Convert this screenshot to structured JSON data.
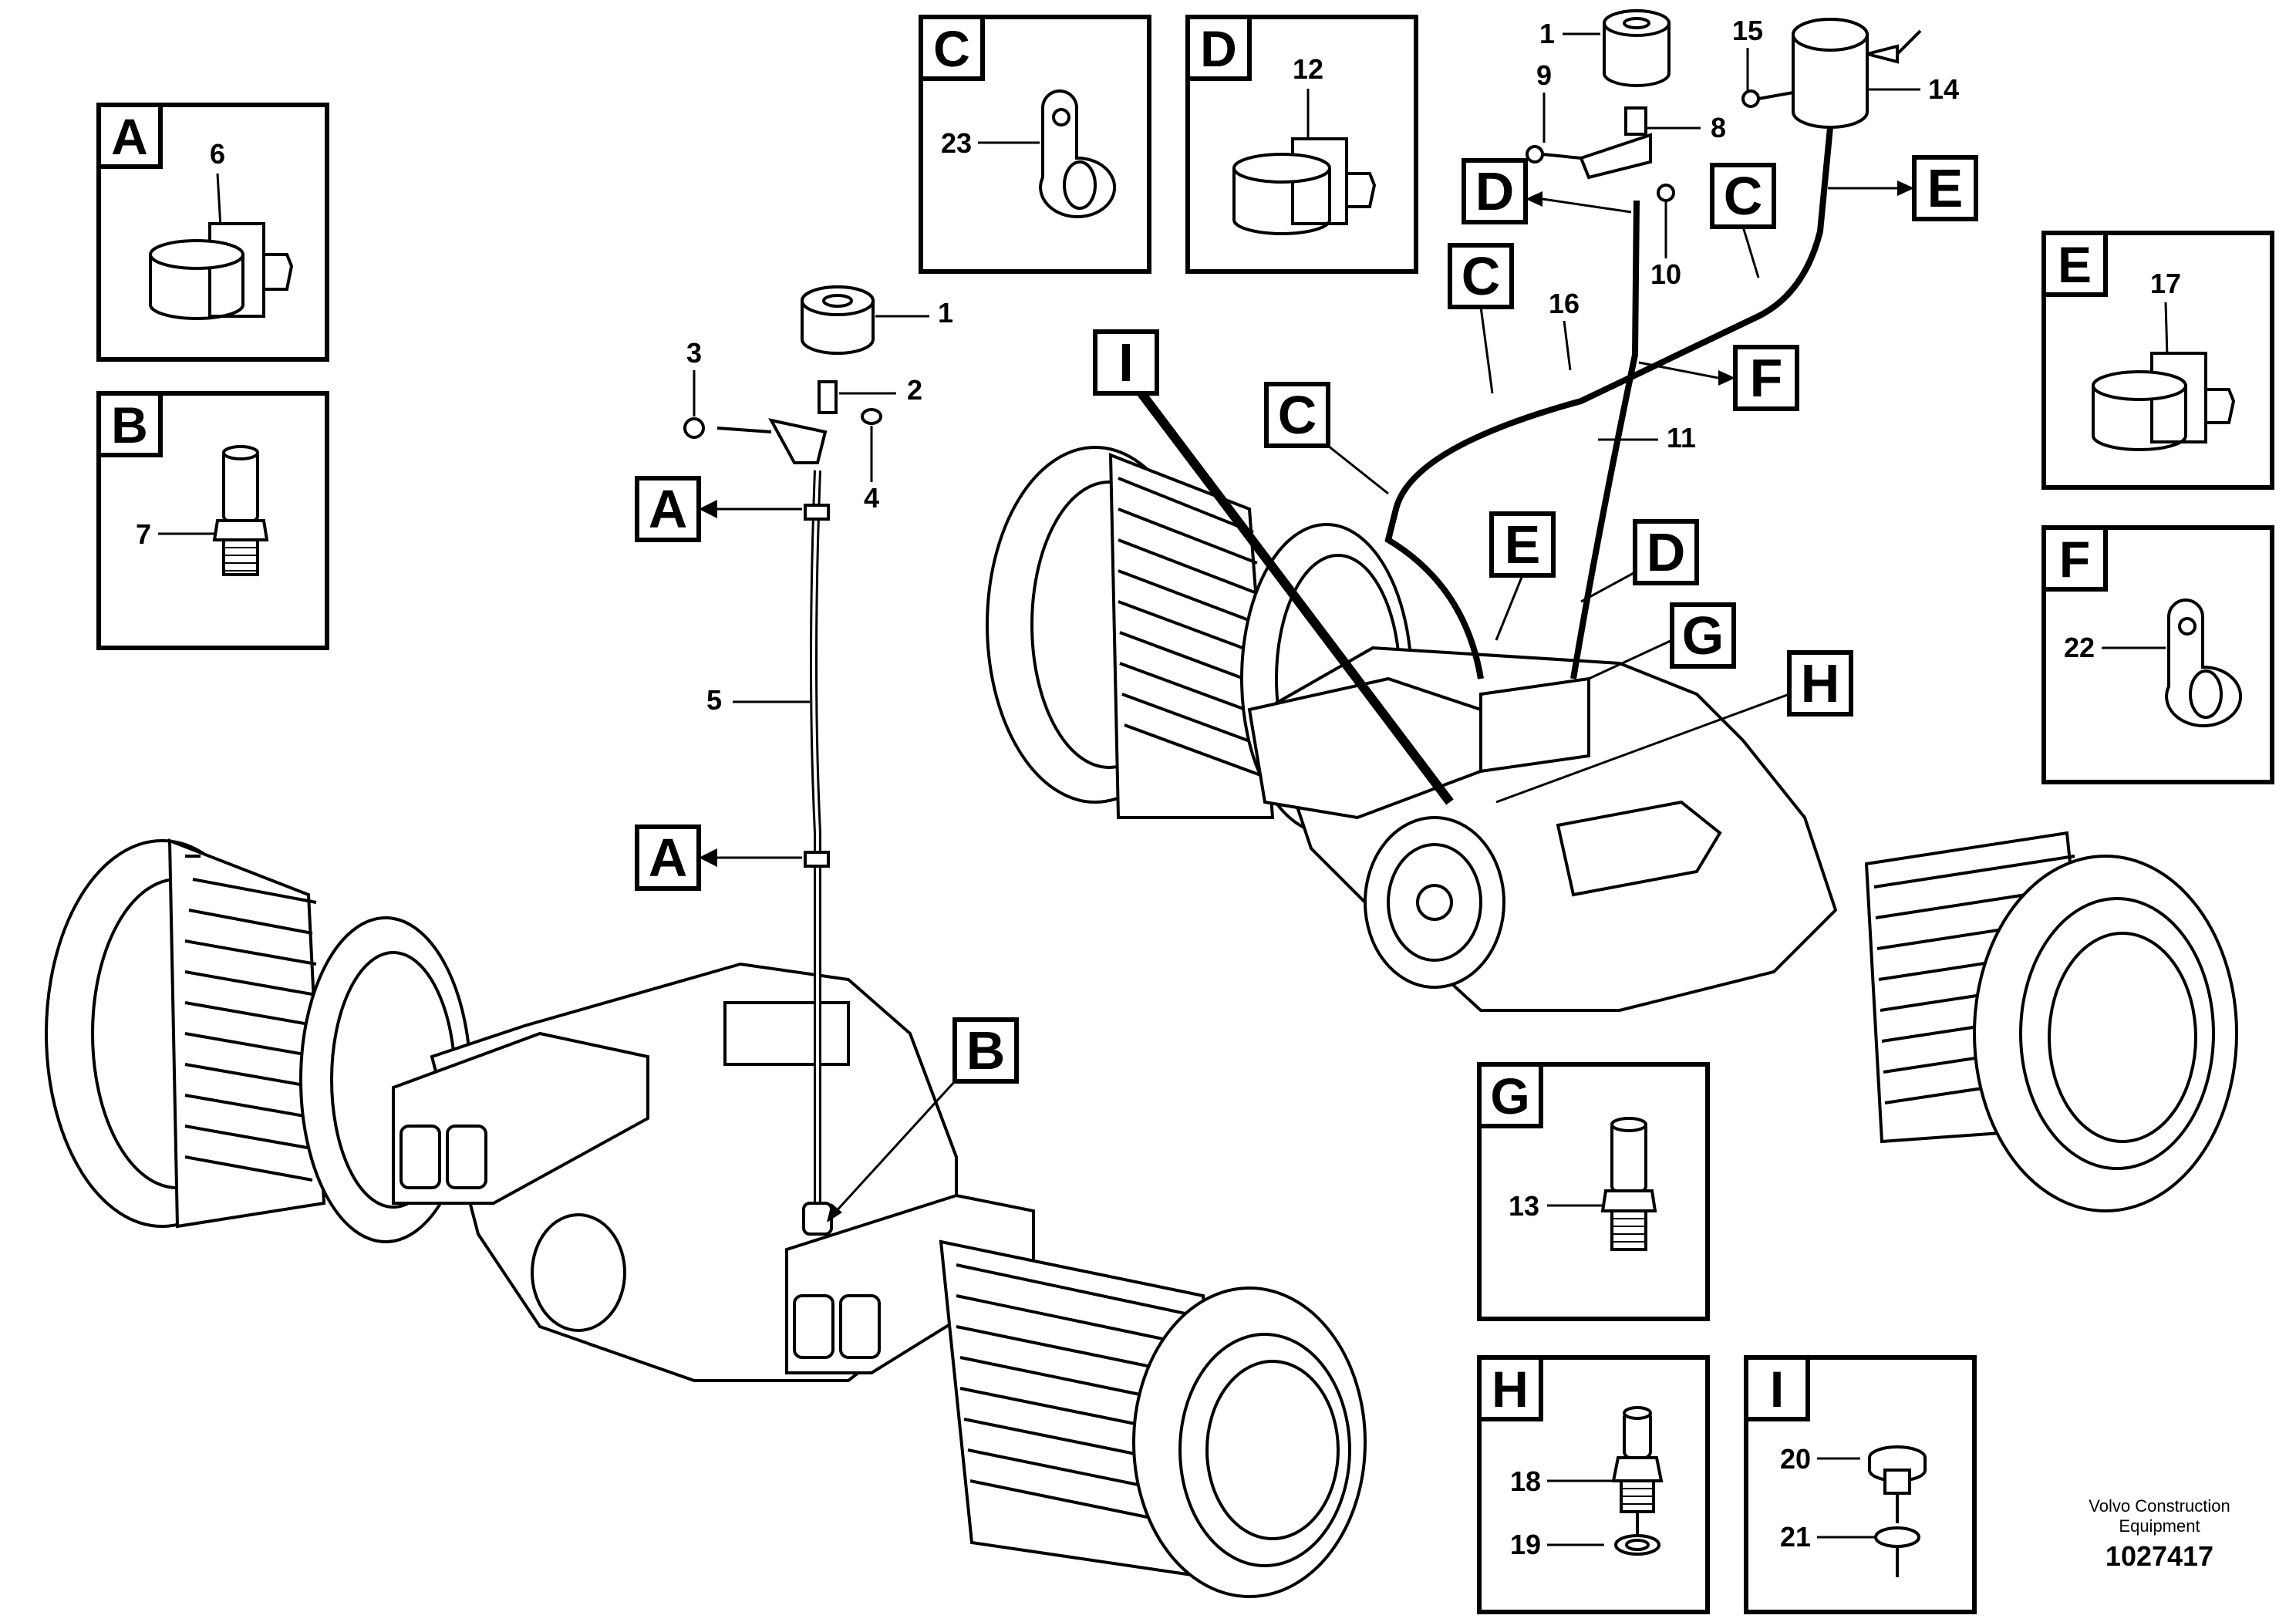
{
  "detail_boxes": [
    {
      "letter": "A",
      "part": "6"
    },
    {
      "letter": "B",
      "part": "7"
    },
    {
      "letter": "C",
      "part": "23"
    },
    {
      "letter": "D",
      "part": "12"
    },
    {
      "letter": "E",
      "part": "17"
    },
    {
      "letter": "F",
      "part": "22"
    },
    {
      "letter": "G",
      "part": "13"
    },
    {
      "letter": "H",
      "part_a": "18",
      "part_b": "19"
    },
    {
      "letter": "I",
      "part_a": "20",
      "part_b": "21"
    }
  ],
  "left_assembly": {
    "part_labels": [
      "1",
      "2",
      "3",
      "4",
      "5"
    ],
    "callouts": [
      "A",
      "A",
      "B"
    ]
  },
  "right_assembly": {
    "part_labels": [
      "1",
      "8",
      "9",
      "10",
      "11",
      "14",
      "15",
      "16"
    ],
    "callouts": [
      "I",
      "C",
      "C",
      "C",
      "D",
      "D",
      "E",
      "E",
      "F",
      "G",
      "H"
    ]
  },
  "footer": {
    "brand_line1": "Volvo Construction",
    "brand_line2": "Equipment",
    "doc_number": "1027417"
  }
}
